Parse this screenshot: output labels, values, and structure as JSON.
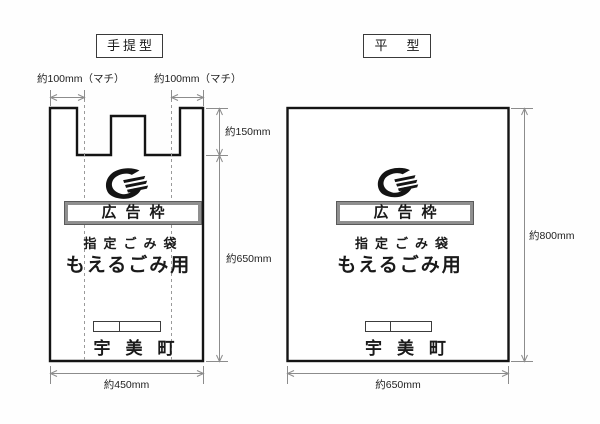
{
  "tesage": {
    "title": "手提型",
    "gusset_left_label": "約100mm（マチ）",
    "gusset_right_label": "約100mm（マチ）",
    "handle_height_label": "約150mm",
    "body_height_label": "約650mm",
    "width_label": "約450mm",
    "ad_frame_label": "広告枠",
    "bag_type_line": "指定ごみ袋",
    "bag_use_line": "もえるごみ用",
    "town_name": "宇美町"
  },
  "flat": {
    "title": "平　型",
    "height_label": "約800mm",
    "width_label": "約650mm",
    "ad_frame_label": "広告枠",
    "bag_type_line": "指定ごみ袋",
    "bag_use_line": "もえるごみ用",
    "town_name": "宇美町"
  },
  "icons": {
    "logo": "umi-town-emblem"
  },
  "colors": {
    "outline": "#141414",
    "dimension_line": "#8c8c8c",
    "ad_frame_border": "#8f8f8f",
    "background": "#fefefe"
  }
}
